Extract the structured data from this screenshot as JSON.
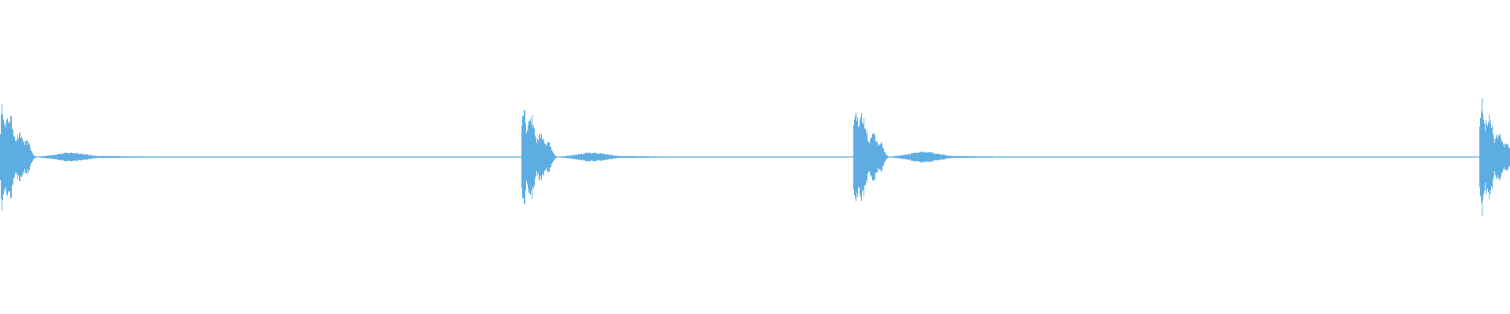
{
  "waveform": {
    "color": "#5dade2",
    "background": "#ffffff",
    "channels": 1,
    "transients": [
      {
        "onset": 0.0,
        "peak": 1.0,
        "tail_peaks": [
          0.22,
          0.06,
          0.015
        ]
      },
      {
        "onset": 0.3451,
        "peak": 1.0,
        "tail_peaks": [
          0.21,
          0.06,
          0.015
        ]
      },
      {
        "onset": 0.5649,
        "peak": 1.0,
        "tail_peaks": [
          0.21,
          0.07,
          0.015
        ]
      },
      {
        "onset": 0.9796,
        "peak": 1.0,
        "tail_peaks": [
          0.2,
          0.06,
          0.015
        ]
      }
    ]
  }
}
